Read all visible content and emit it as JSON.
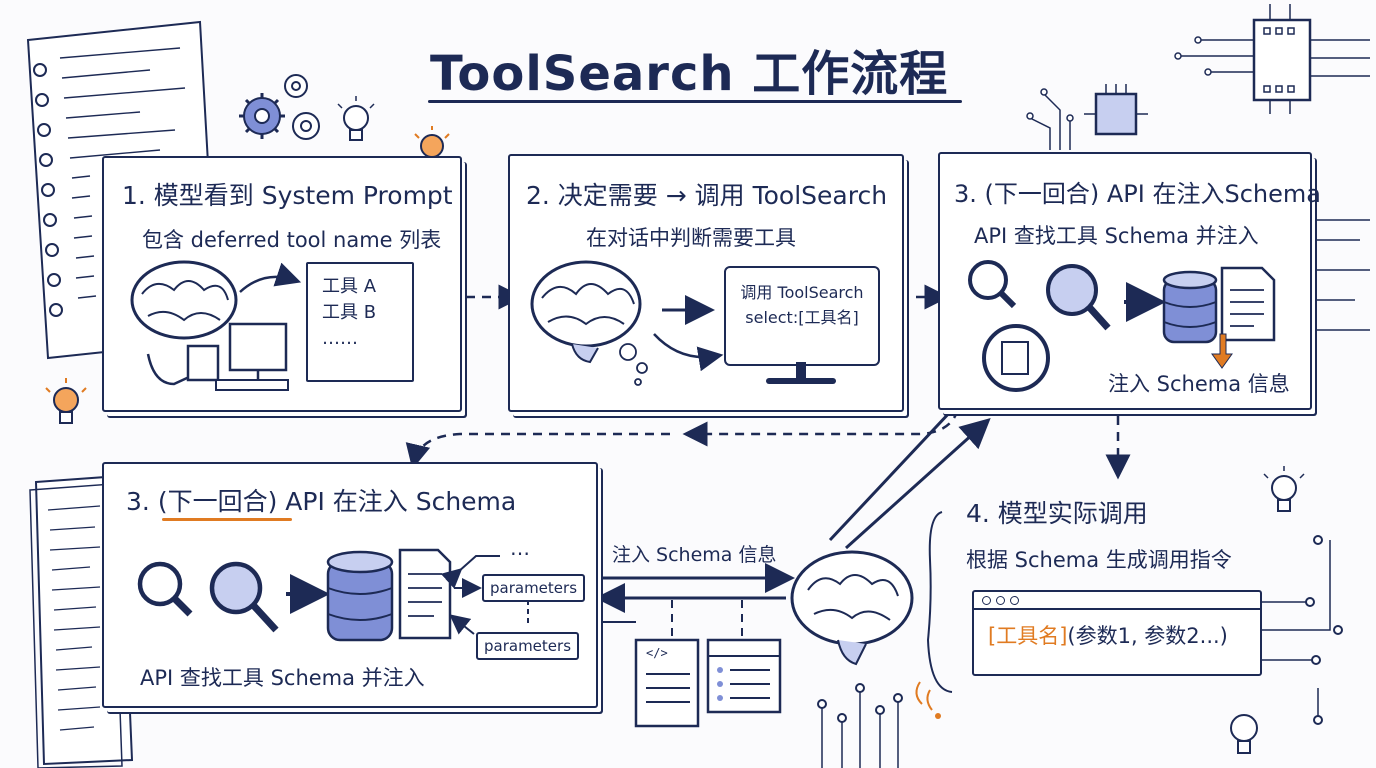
{
  "title": "ToolSearch 工作流程",
  "step1": {
    "title": "1. 模型看到 System Prompt",
    "subtitle": "包含 deferred tool name 列表",
    "note_lines": [
      "工具 A",
      "工具 B",
      "……"
    ]
  },
  "step2": {
    "title": "2. 决定需要 → 调用 ToolSearch",
    "subtitle": "在对话中判断需要工具",
    "screen_lines": [
      "调用 ToolSearch",
      "select:[工具名]"
    ]
  },
  "step3_top": {
    "title": "3. (下一回合) API 在注入Schema",
    "subtitle": "API 查找工具 Schema 并注入",
    "inject_label": "注入 Schema 信息"
  },
  "step3_bottom": {
    "title_prefix": "3. ",
    "title_highlight": "(下一回合)",
    "title_suffix": " API 在注入 Schema",
    "footer": "API 查找工具 Schema 并注入",
    "params": [
      "parameters",
      "parameters"
    ],
    "ellipsis": "…"
  },
  "middle": {
    "inject_label": "注入 Schema 信息",
    "code_icon": "</>"
  },
  "step4": {
    "title": "4. 模型实际调用",
    "subtitle": "根据 Schema 生成调用指令",
    "call_highlight": "[工具名]",
    "call_rest": "(参数1, 参数2...)"
  },
  "colors": {
    "ink": "#1d2a55",
    "accent": "#e07b22",
    "fill": "#7f8fd6",
    "light_fill": "#c7cff0"
  },
  "icons": [
    "brain-icon",
    "magnifier-icon",
    "database-icon",
    "document-icon",
    "monitor-icon",
    "lightbulb-icon",
    "gear-icon",
    "chip-icon"
  ]
}
